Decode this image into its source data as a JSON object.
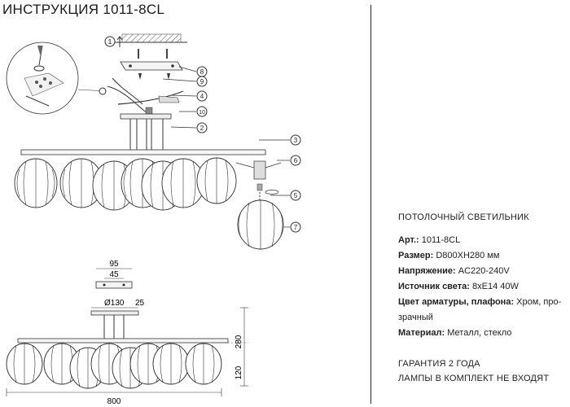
{
  "title": "ИНСТРУКЦИЯ 1011-8CL",
  "product_type": "ПОТОЛОЧНЫЙ СВЕТИЛЬНИК",
  "specs": [
    {
      "label": "Арт.:",
      "value": "1011-8CL"
    },
    {
      "label": "Размер:",
      "value": "D800XH280 мм"
    },
    {
      "label": "Напряжение:",
      "value": "AC220-240V"
    },
    {
      "label": "Источник света:",
      "value": "8xE14 40W"
    },
    {
      "label": "Цвет арматуры, плафона:",
      "value": "Хром, про-",
      "value_cont": "зрачный"
    },
    {
      "label": "Материал:",
      "value": "Металл, стекло"
    }
  ],
  "warranty": "ГАРАНТИЯ 2 ГОДА",
  "lamps_note": "ЛАМПЫ В КОМПЛЕКТ НЕ ВХОДЯТ",
  "callouts": [
    "1",
    "8",
    "9",
    "4",
    "10",
    "2",
    "3",
    "6",
    "5",
    "7"
  ],
  "dimensions": {
    "mount_width": "95",
    "mount_hole": "45",
    "canopy_diameter": "Ø130",
    "canopy_height": "25",
    "total_height": "280",
    "shade_height": "120",
    "total_width": "800"
  }
}
